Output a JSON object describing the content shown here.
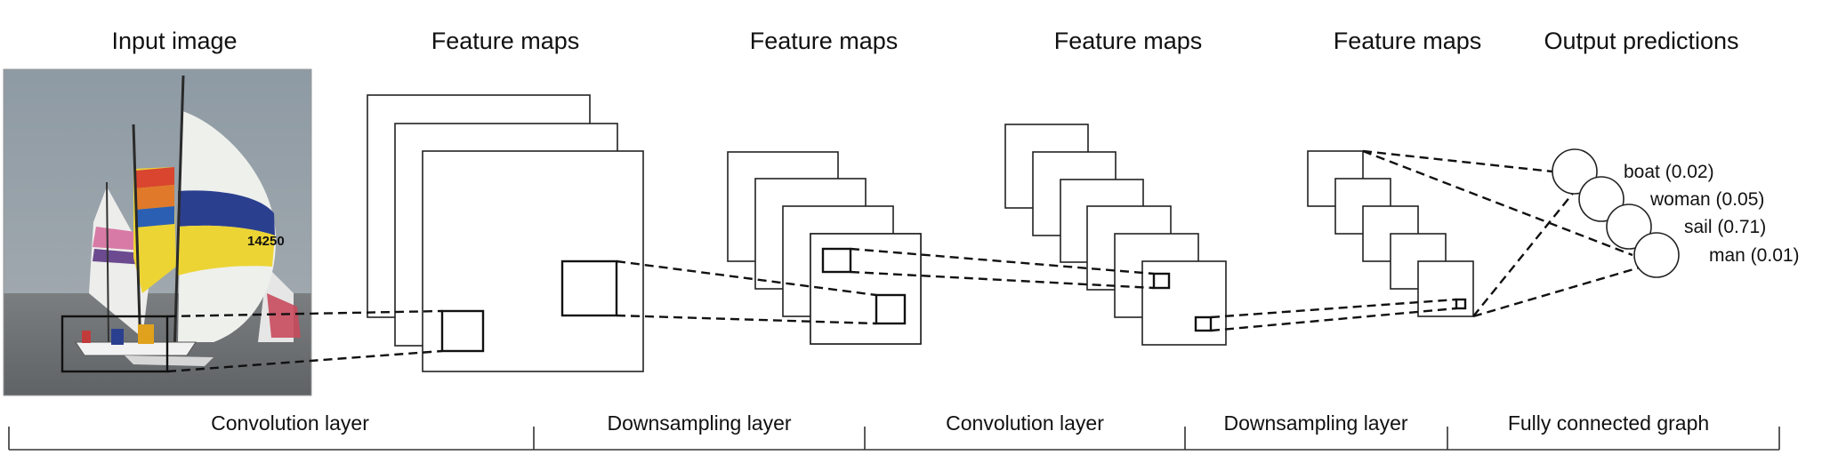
{
  "headers": {
    "input": "Input image",
    "fm1": "Feature maps",
    "fm2": "Feature maps",
    "fm3": "Feature maps",
    "fm4": "Feature maps",
    "output": "Output predictions"
  },
  "image": {
    "sail_number": "14250",
    "colors": {
      "sky": "#7f8f9b",
      "water": "#707478",
      "sail_white": "#eef0ec",
      "sail_blue": "#2b3f8f",
      "sail_yellow": "#ecd434",
      "sail_red": "#d9452f",
      "sail_pink": "#d87aa6",
      "sail_purple": "#6b4a8f"
    }
  },
  "predictions": [
    {
      "label": "boat (0.02)"
    },
    {
      "label": "woman (0.05)"
    },
    {
      "label": "sail (0.71)"
    },
    {
      "label": "man (0.01)"
    }
  ],
  "layers": [
    {
      "label": "Convolution layer"
    },
    {
      "label": "Downsampling layer"
    },
    {
      "label": "Convolution layer"
    },
    {
      "label": "Downsampling layer"
    },
    {
      "label": "Fully connected graph"
    }
  ]
}
